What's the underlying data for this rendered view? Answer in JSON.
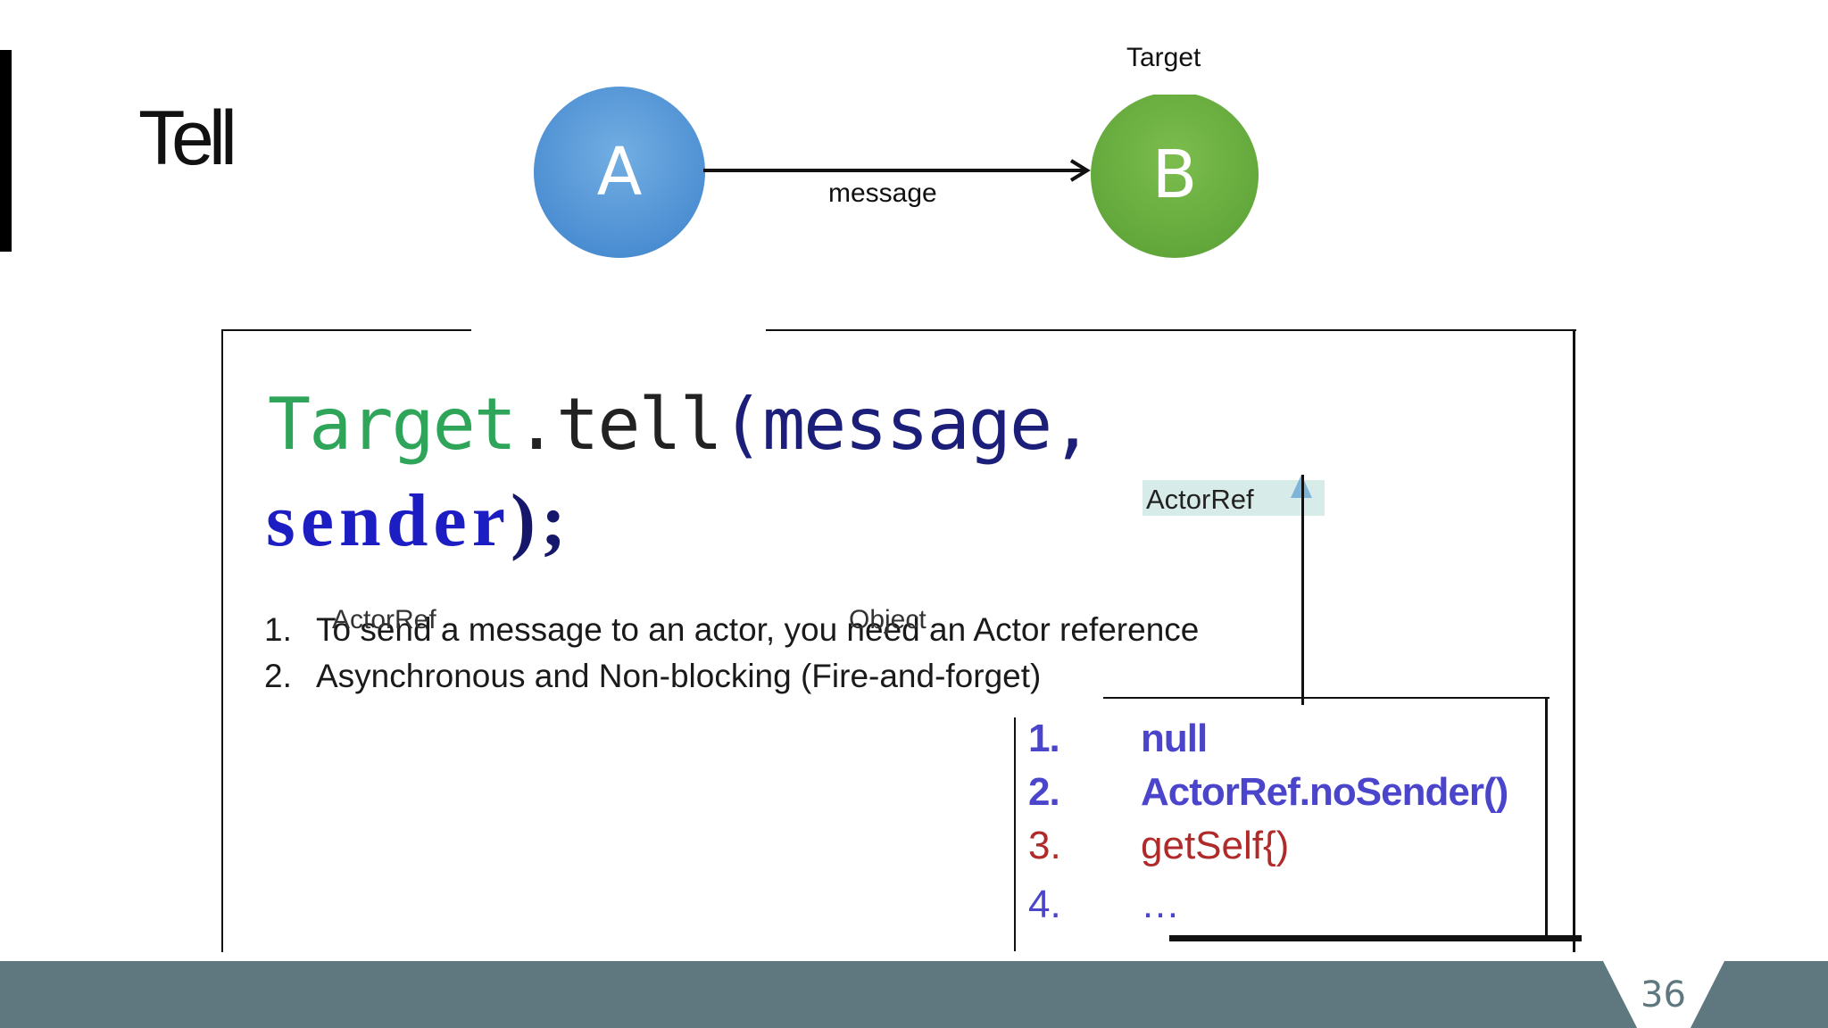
{
  "slide": {
    "title": "Tell",
    "page_number": "36"
  },
  "diagram": {
    "node_a": "A",
    "node_b": "B",
    "target_label": "Target",
    "arrow_label": "message"
  },
  "code": {
    "target": "Target",
    "method": ".tell",
    "args_open": "(message,",
    "sender": "sender",
    "close": ");"
  },
  "annotations": {
    "actorref_tag": "ActorRef",
    "actorref_overlay": "ActorRef",
    "object_overlay": "Object"
  },
  "bullets": [
    {
      "num": "1.",
      "text": "To send a message to an actor, you need an Actor reference"
    },
    {
      "num": "2.",
      "text": "Asynchronous and Non-blocking (Fire-and-forget)"
    }
  ],
  "sender_options": [
    {
      "num": "1.",
      "text": "null"
    },
    {
      "num": "2.",
      "text": "ActorRef.noSender()"
    },
    {
      "num": "3.",
      "text": "getSelf{)"
    },
    {
      "num": "4.",
      "text": "…"
    }
  ],
  "colors": {
    "node_a": "#4d8fd3",
    "node_b": "#63a83b",
    "code_target": "#2fa55a",
    "code_args": "#1c1f7a",
    "code_sender": "#1c1ec4",
    "option_blue": "#4b45cc",
    "option_red": "#b02a2a",
    "footer": "#5f787f"
  }
}
